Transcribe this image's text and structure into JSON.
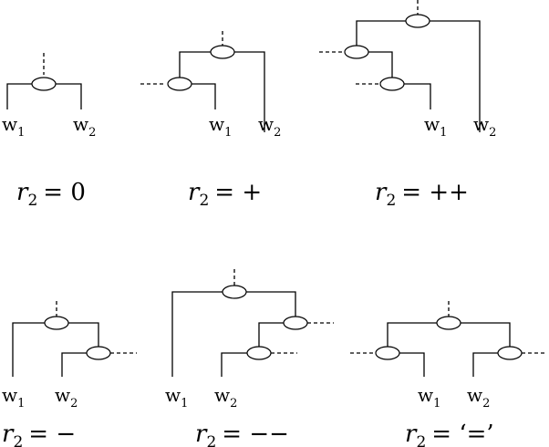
{
  "leaves": {
    "w1": {
      "base": "w",
      "sub": "1"
    },
    "w2": {
      "base": "w",
      "sub": "2"
    }
  },
  "diagrams": [
    {
      "id": "r2-zero",
      "label": {
        "var": "r",
        "sub": "2",
        "rel": "= 0"
      }
    },
    {
      "id": "r2-plus",
      "label": {
        "var": "r",
        "sub": "2",
        "rel": "= +"
      }
    },
    {
      "id": "r2-plusplus",
      "label": {
        "var": "r",
        "sub": "2",
        "rel": "= ++"
      }
    },
    {
      "id": "r2-minus",
      "label": {
        "var": "r",
        "sub": "2",
        "rel": "= −"
      }
    },
    {
      "id": "r2-minusminus",
      "label": {
        "var": "r",
        "sub": "2",
        "rel": "= −−"
      }
    },
    {
      "id": "r2-equals",
      "label": {
        "var": "r",
        "sub": "2",
        "rel": "= ‘=’"
      }
    }
  ]
}
